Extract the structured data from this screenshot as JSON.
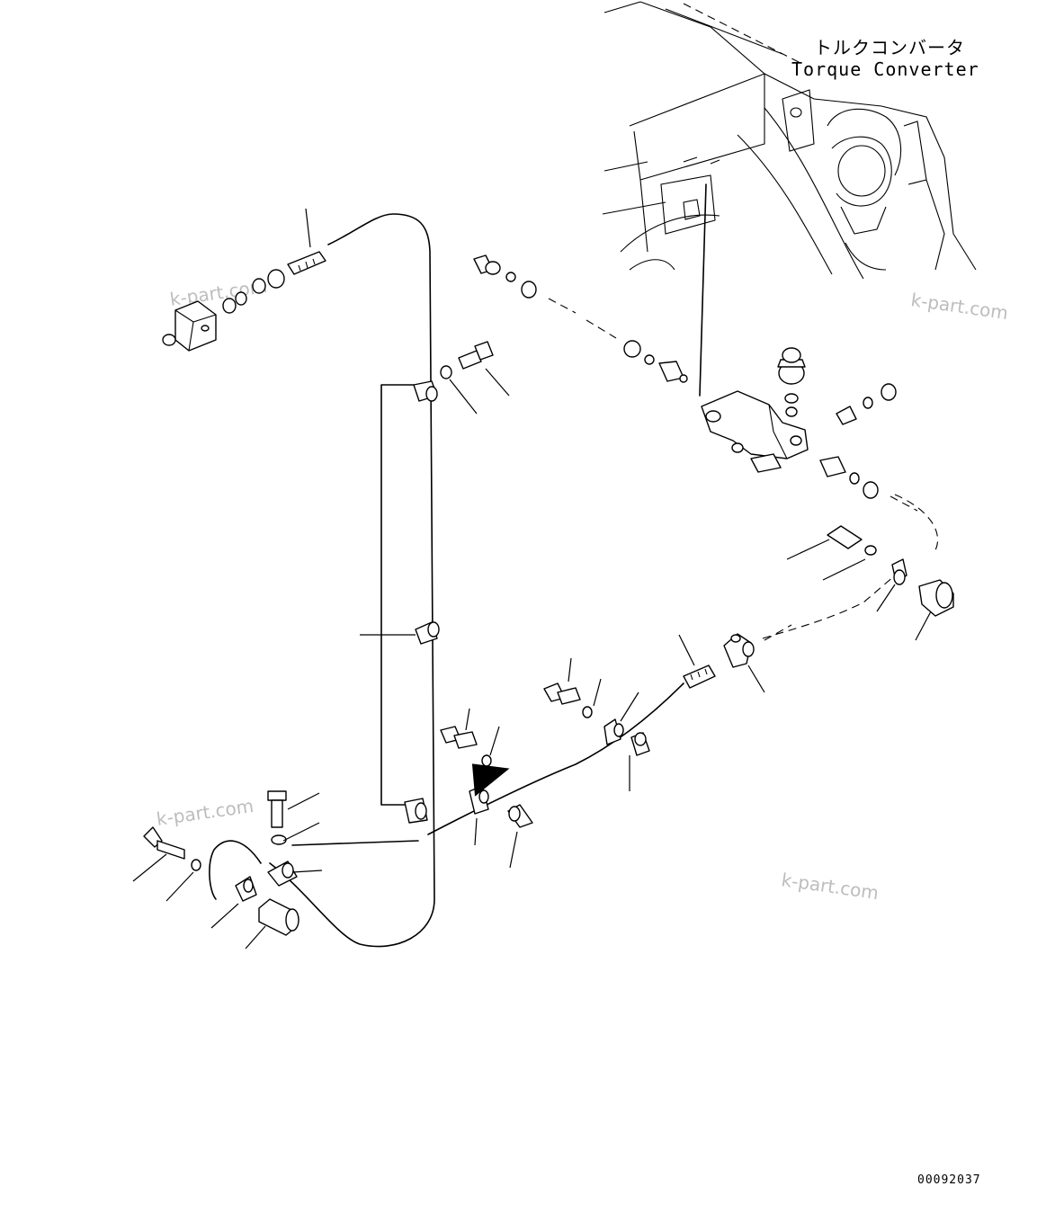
{
  "labels": {
    "component_jp": "トルクコンバータ",
    "component_en": "Torque Converter"
  },
  "drawing_number": "00092037",
  "watermarks": [
    "k-part.com",
    "k-part.com",
    "k-part.com",
    "k-part.com"
  ]
}
